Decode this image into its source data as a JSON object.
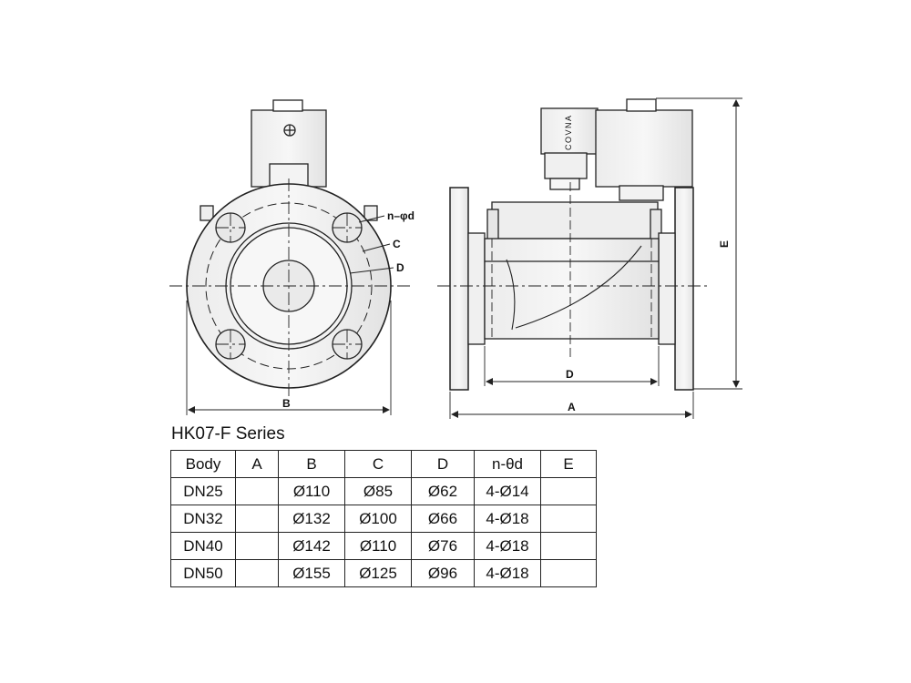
{
  "diagram": {
    "front_view_labels": {
      "bolt_holes": "n–φd",
      "c": "C",
      "d": "D",
      "b": "B"
    },
    "side_view_labels": {
      "d": "D",
      "a": "A",
      "e": "E",
      "brand": "COVNA"
    }
  },
  "table": {
    "title": "HK07-F Series",
    "headers": [
      "Body",
      "A",
      "B",
      "C",
      "D",
      "n-θd",
      "E"
    ],
    "rows": [
      [
        "DN25",
        "",
        "Ø110",
        "Ø85",
        "Ø62",
        "4-Ø14",
        ""
      ],
      [
        "DN32",
        "",
        "Ø132",
        "Ø100",
        "Ø66",
        "4-Ø18",
        ""
      ],
      [
        "DN40",
        "",
        "Ø142",
        "Ø110",
        "Ø76",
        "4-Ø18",
        ""
      ],
      [
        "DN50",
        "",
        "Ø155",
        "Ø125",
        "Ø96",
        "4-Ø18",
        ""
      ]
    ]
  }
}
